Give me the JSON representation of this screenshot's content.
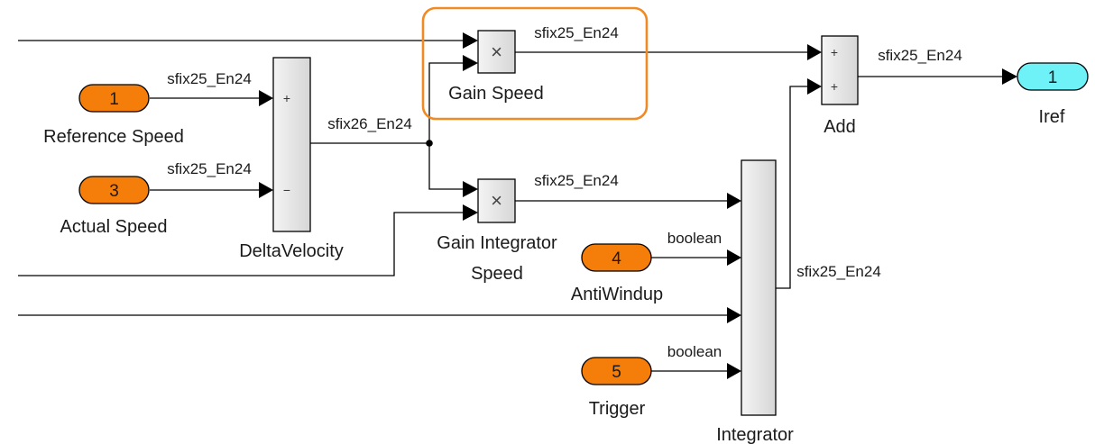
{
  "inports": [
    {
      "id": "reference-speed",
      "number": "1",
      "name": "Reference Speed"
    },
    {
      "id": "actual-speed",
      "number": "3",
      "name": "Actual Speed"
    },
    {
      "id": "anti-windup",
      "number": "4",
      "name": "AntiWindup"
    },
    {
      "id": "trigger",
      "number": "5",
      "name": "Trigger"
    }
  ],
  "outport": {
    "number": "1",
    "name": "Iref"
  },
  "blocks": {
    "delta_velocity": {
      "name": "DeltaVelocity",
      "sign_top": "+",
      "sign_bottom": "−"
    },
    "gain_speed": {
      "name": "Gain Speed",
      "symbol": "×"
    },
    "gain_integrator": {
      "name_line1": "Gain Integrator",
      "name_line2": "Speed",
      "symbol": "×"
    },
    "add": {
      "name": "Add",
      "sign_top": "+",
      "sign_bottom": "+"
    },
    "integrator": {
      "name": "Integrator"
    }
  },
  "signals": {
    "ref_to_delta": "sfix25_En24",
    "actual_to_delta": "sfix25_En24",
    "delta_out": "sfix26_En24",
    "gain_speed_out": "sfix25_En24",
    "gain_integrator_out": "sfix25_En24",
    "add_out": "sfix25_En24",
    "antiwindup": "boolean",
    "trigger": "boolean",
    "integrator_out": "sfix25_En24"
  },
  "highlight_color": "#f08a24"
}
